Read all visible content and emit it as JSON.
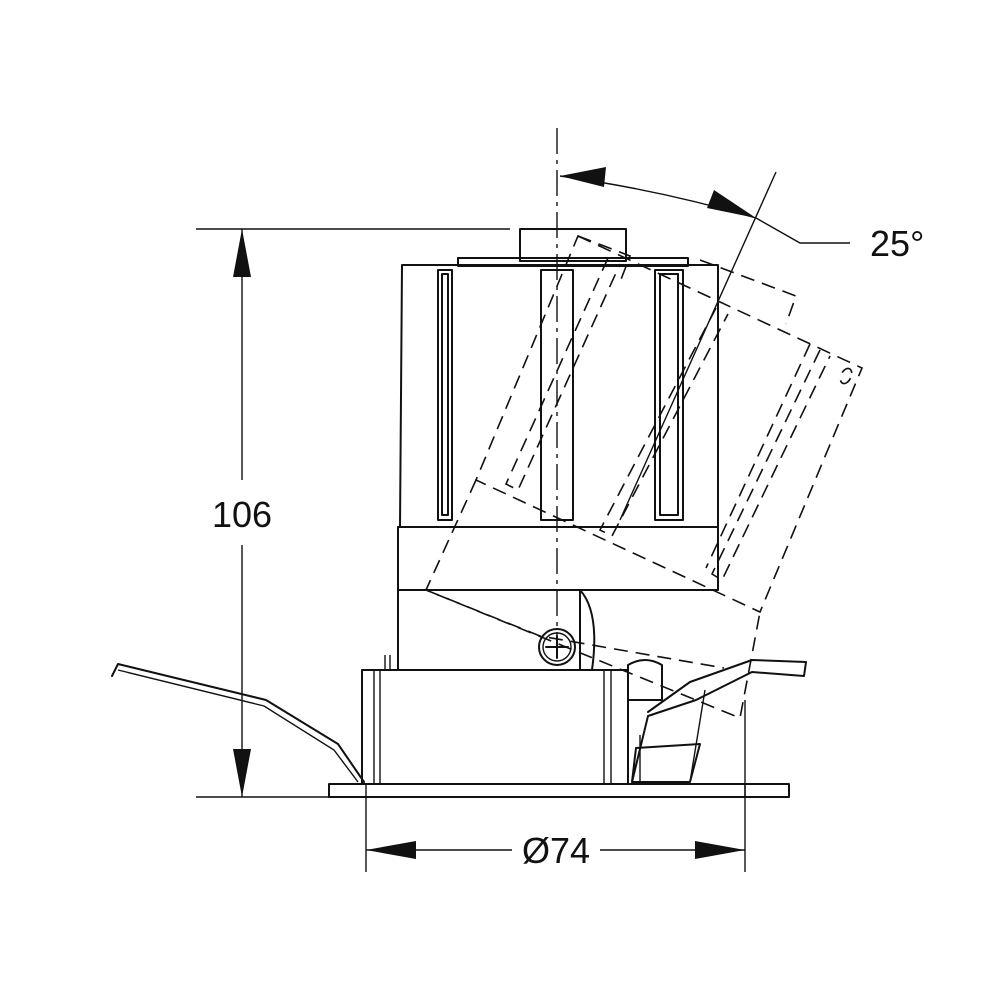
{
  "dimensions": {
    "height": "106",
    "diameter": "Ø74",
    "tilt_angle": "25°"
  }
}
